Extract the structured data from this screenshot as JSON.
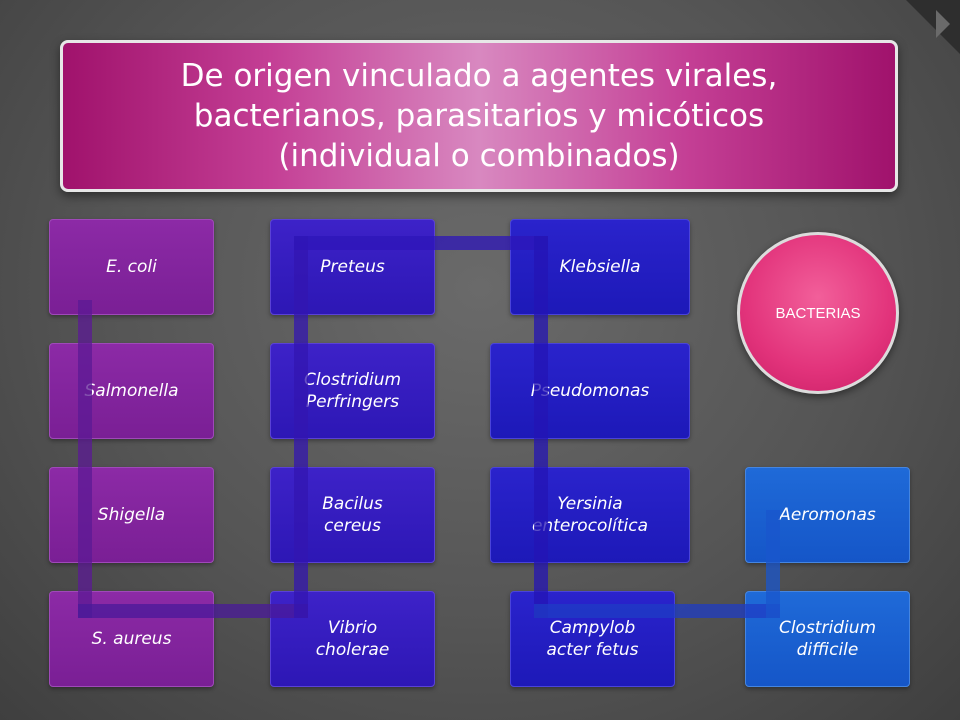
{
  "title": "De origen vinculado a agentes virales,\nbacterianos, parasitarios y micóticos\n(individual o combinados)",
  "badge": "BACTERIAS",
  "columns": [
    {
      "color": "#7f2399",
      "items": [
        "E. coli",
        "Salmonella",
        "Shigella",
        "S. aureus"
      ]
    },
    {
      "color": "#3219bc",
      "items": [
        "Preteus",
        "Clostridium\nPerfringers",
        "Bacilus\ncereus",
        "Vibrio\ncholerae"
      ]
    },
    {
      "color": "#221cbf",
      "items": [
        "Klebsiella",
        "Pseudomonas",
        "Yersinia\nenterocolítica",
        "Campylob\nacter fetus"
      ]
    },
    {
      "color": "#1a5fd0",
      "items": [
        "Aeromonas",
        "Clostridium\ndifficile"
      ]
    }
  ],
  "icons": {
    "corner": "chevron-right-icon"
  }
}
